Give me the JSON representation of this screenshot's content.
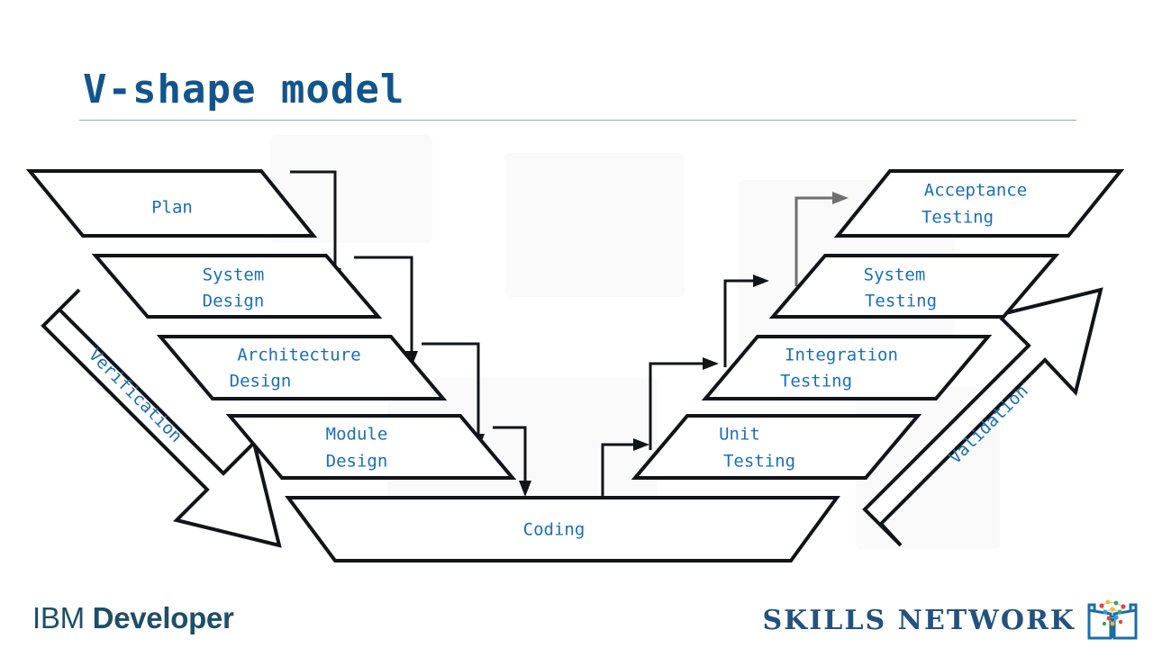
{
  "slide": {
    "title": "V-shape model",
    "background_color": "#ffffff",
    "accent_color": "#12548c",
    "node_text_color": "#1a6fb5",
    "outline_color": "#111418"
  },
  "diagram": {
    "type": "v-model",
    "left_branch_title": "Verification",
    "right_branch_title": "Validation",
    "left_nodes": [
      {
        "label": "Plan"
      },
      {
        "label_line1": "System",
        "label_line2": "Design"
      },
      {
        "label_line1": "Architecture",
        "label_line2": "Design"
      },
      {
        "label_line1": "Module",
        "label_line2": "Design"
      }
    ],
    "bottom_node": {
      "label": "Coding"
    },
    "right_nodes": [
      {
        "label_line1": "Acceptance",
        "label_line2": "Testing"
      },
      {
        "label_line1": "System",
        "label_line2": "Testing"
      },
      {
        "label_line1": "Integration",
        "label_line2": "Testing"
      },
      {
        "label_line1": "Unit",
        "label_line2": "Testing"
      }
    ]
  },
  "footer": {
    "ibm": "IBM",
    "developer": "Developer",
    "skills_network": "SKILLS NETWORK"
  }
}
